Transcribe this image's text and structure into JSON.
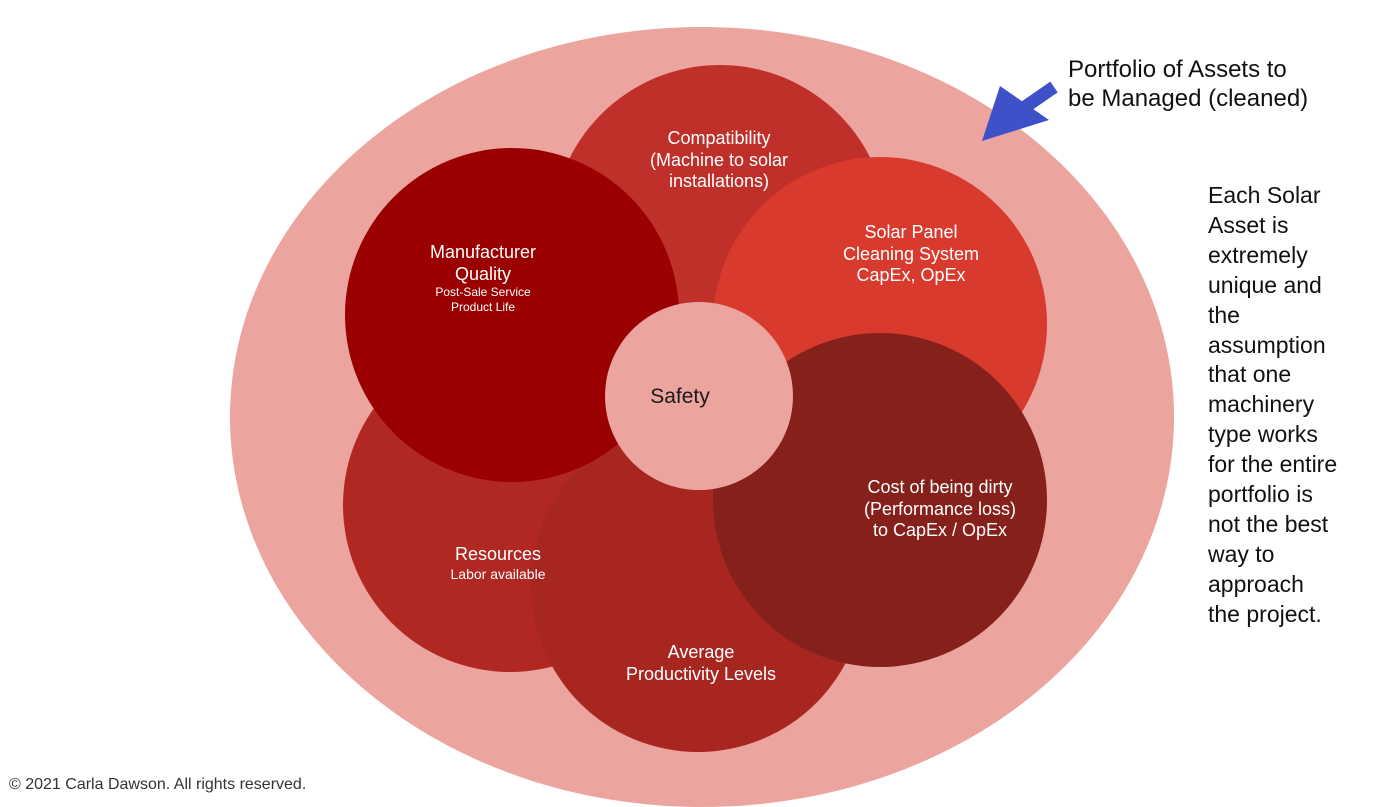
{
  "diagram": {
    "outer_label_lines": [
      "Portfolio of Assets to",
      "be Managed (cleaned)"
    ],
    "center_label": "Safety",
    "circles": [
      {
        "id": "compatibility",
        "title_lines": [
          "Compatibility",
          "(Machine to solar",
          "installations)"
        ],
        "color": "#c0302a"
      },
      {
        "id": "manufacturer",
        "title_lines": [
          "Manufacturer",
          "Quality"
        ],
        "sub_lines": [
          "Post-Sale Service",
          "Product Life"
        ],
        "color": "#9a0000"
      },
      {
        "id": "solar_panel",
        "title_lines": [
          "Solar Panel",
          "Cleaning System",
          "CapEx, OpEx"
        ],
        "color": "#d93a2e"
      },
      {
        "id": "cost_dirty",
        "title_lines": [
          "Cost of being dirty",
          "(Performance loss)",
          "to CapEx / OpEx"
        ],
        "color": "#86201a"
      },
      {
        "id": "resources",
        "title_lines": [
          "Resources"
        ],
        "sub_lines": [
          "Labor available"
        ],
        "color": "#b12822"
      },
      {
        "id": "productivity",
        "title_lines": [
          "Average",
          "Productivity Levels"
        ],
        "color": "#a82620"
      }
    ],
    "colors": {
      "outer": "#eca49e",
      "center": "#eca49e",
      "arrow": "#3f51c9"
    }
  },
  "side_note_lines": [
    "Each Solar",
    "Asset is",
    "extremely",
    "unique and",
    "the",
    "assumption",
    "that one",
    "machinery",
    "type works",
    "for the entire",
    "portfolio is",
    "not the best",
    "way to",
    "approach",
    "the project."
  ],
  "copyright": "© 2021 Carla Dawson. All rights reserved."
}
